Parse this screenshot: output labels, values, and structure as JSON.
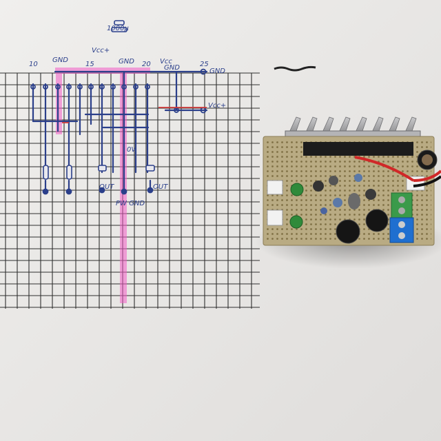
{
  "colors": {
    "paper": "#ecebe9",
    "paper_shadow": "#dcdad7",
    "grid": "#1a1a1a",
    "ink_blue": "#2b3f8a",
    "highlighter_pink": "#f25cc7",
    "red_pen": "#d23a3a",
    "pcb": "#b9ab83",
    "heatsink": "#9a9a9c",
    "terminal_green": "#3a9a4a",
    "terminal_blue": "#1f6fd0"
  },
  "labels": {
    "cap_top": "1000μ",
    "vcc_plus": "Vcc+",
    "gnd_a": "GND",
    "gnd_b": "GND",
    "col_10": "10",
    "col_15": "15",
    "col_20": "20",
    "col_25": "25",
    "vcc": "Vcc",
    "gnd_c": "GND",
    "gnd_right": "GND",
    "vcc_right": "Vcc+",
    "out_left": "OUT",
    "out_right": "OUT",
    "pw_gnd": "PW GND",
    "zero_v": "0V"
  },
  "objects": [
    "grid-paper-schematic",
    "perfboard-amplifier",
    "aluminum-heatsink",
    "electrolytic-capacitors",
    "screw-terminals"
  ]
}
